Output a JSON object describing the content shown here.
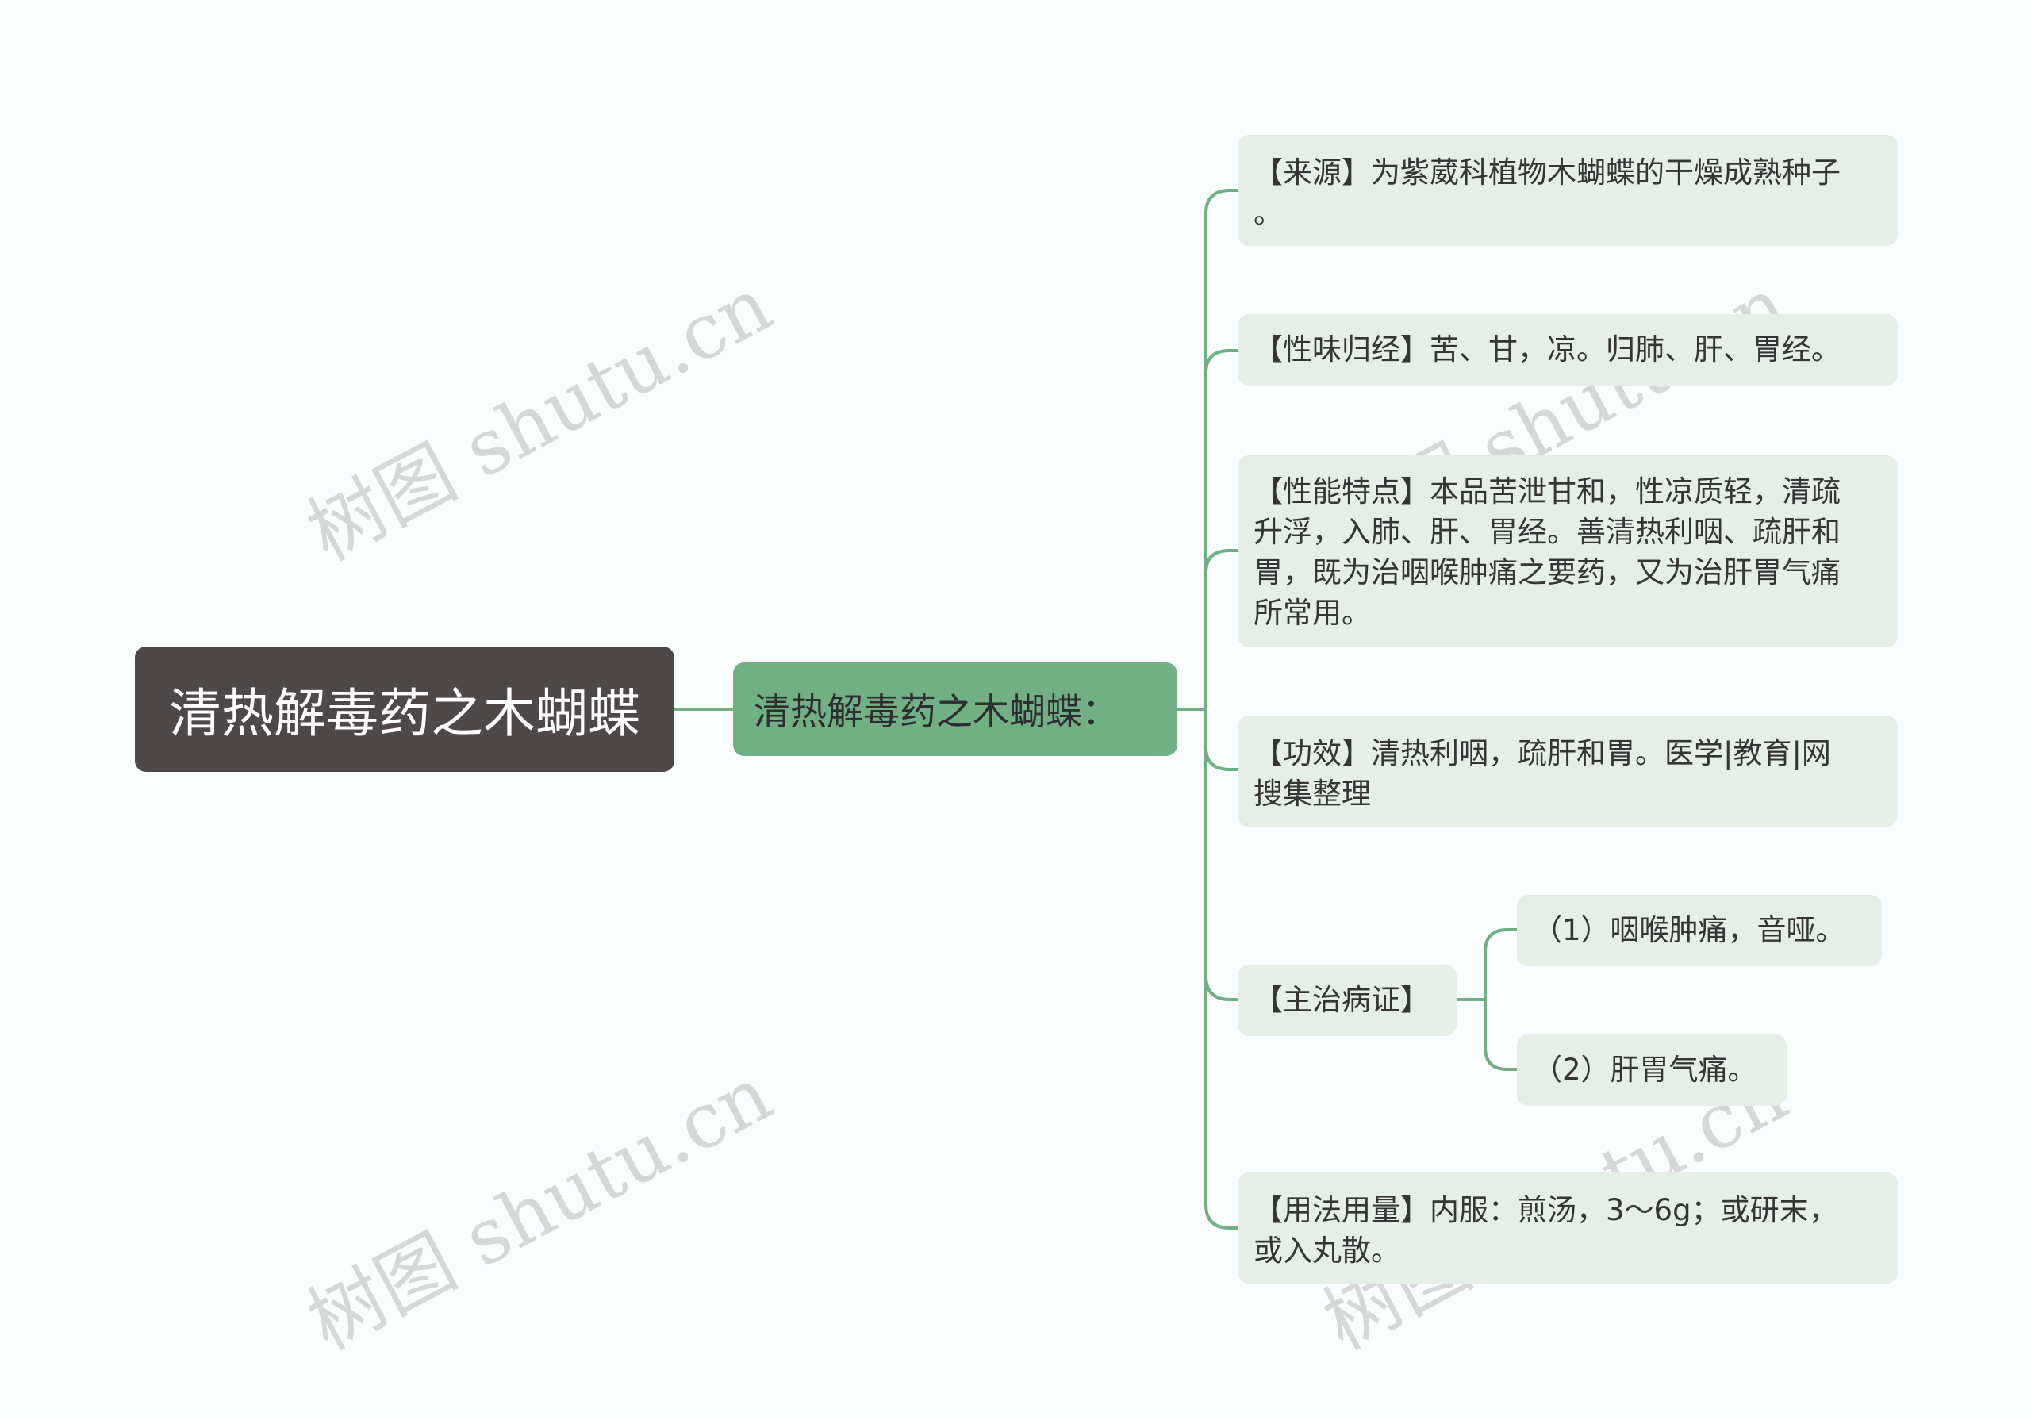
{
  "watermark": "树图 shutu.cn",
  "root": {
    "label": "清热解毒药之木蝴蝶"
  },
  "branch": {
    "label": "清热解毒药之木蝴蝶：",
    "children": [
      {
        "label": "【来源】为紫葳科植物木蝴蝶的干燥成熟种子\n。"
      },
      {
        "label": "【性味归经】苦、甘，凉。归肺、肝、胃经。"
      },
      {
        "label": "【性能特点】本品苦泄甘和，性凉质轻，清疏\n升浮，入肺、肝、胃经。善清热利咽、疏肝和\n胃，既为治咽喉肿痛之要药，又为治肝胃气痛\n所常用。"
      },
      {
        "label": "【功效】清热利咽，疏肝和胃。医学|教育|网\n搜集整理"
      },
      {
        "label": "【主治病证】",
        "children": [
          {
            "label": "（1）咽喉肿痛，音哑。"
          },
          {
            "label": "（2）肝胃气痛。"
          }
        ]
      },
      {
        "label": "【用法用量】内服：煎汤，3～6g；或研末，\n或入丸散。"
      }
    ]
  }
}
